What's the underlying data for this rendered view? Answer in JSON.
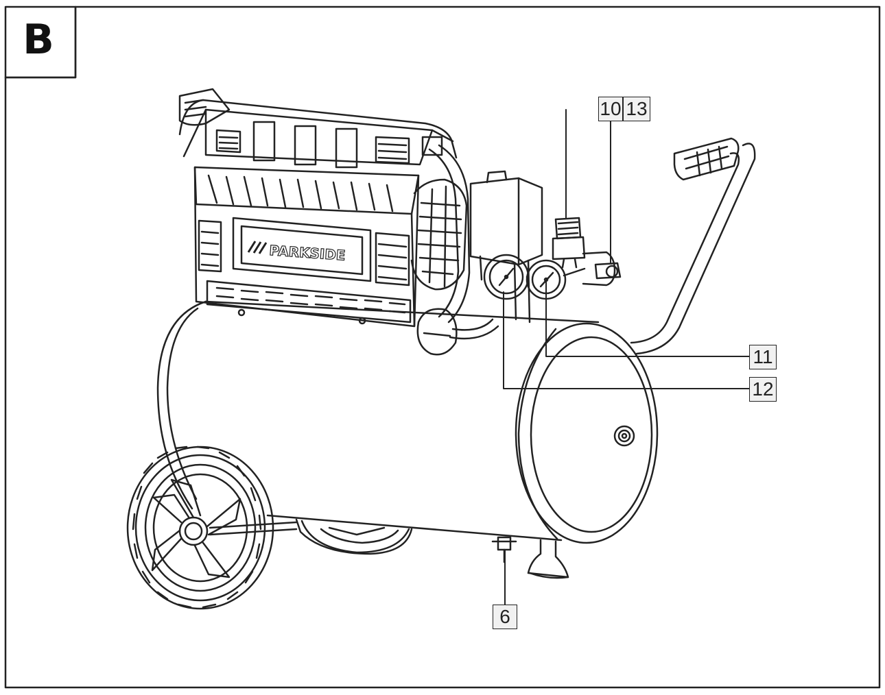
{
  "figure": {
    "letter": "B",
    "brand_text": "PARKSIDE"
  },
  "callouts": {
    "c10": "10",
    "c13": "13",
    "c11": "11",
    "c12": "12",
    "c6": "6"
  },
  "colors": {
    "line": "#222222",
    "callout_fill": "#f1f1f1"
  }
}
